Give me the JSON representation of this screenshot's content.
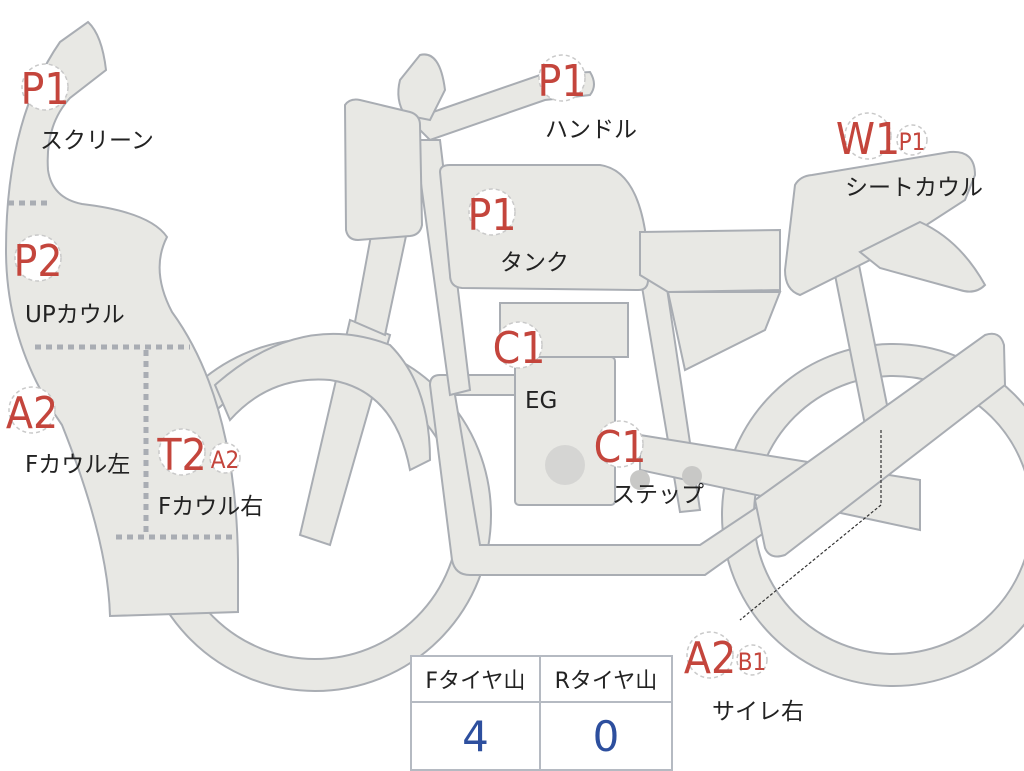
{
  "diagram": {
    "markers": [
      {
        "code": "P1",
        "part": "スクリーン"
      },
      {
        "code": "P2",
        "part": "UPカウル"
      },
      {
        "code": "A2",
        "part": "Fカウル左"
      },
      {
        "code": "T2",
        "sub": "A2",
        "part": "Fカウル右"
      },
      {
        "code": "P1",
        "part": "ハンドル"
      },
      {
        "code": "P1",
        "part": "タンク"
      },
      {
        "code": "C1",
        "part": "EG"
      },
      {
        "code": "C1",
        "part": "ステップ"
      },
      {
        "code": "W1",
        "sub": "P1",
        "part": "シートカウル"
      },
      {
        "code": "A2",
        "sub": "B1",
        "part": "サイレ右"
      }
    ]
  },
  "tire_table": {
    "headers": [
      "Fタイヤ山",
      "Rタイヤ山"
    ],
    "values": [
      "4",
      "0"
    ]
  },
  "colors": {
    "code": "#c4453c",
    "value": "#2d4f9e",
    "part_fill": "#e8e8e4",
    "outline": "#a9adb3"
  }
}
